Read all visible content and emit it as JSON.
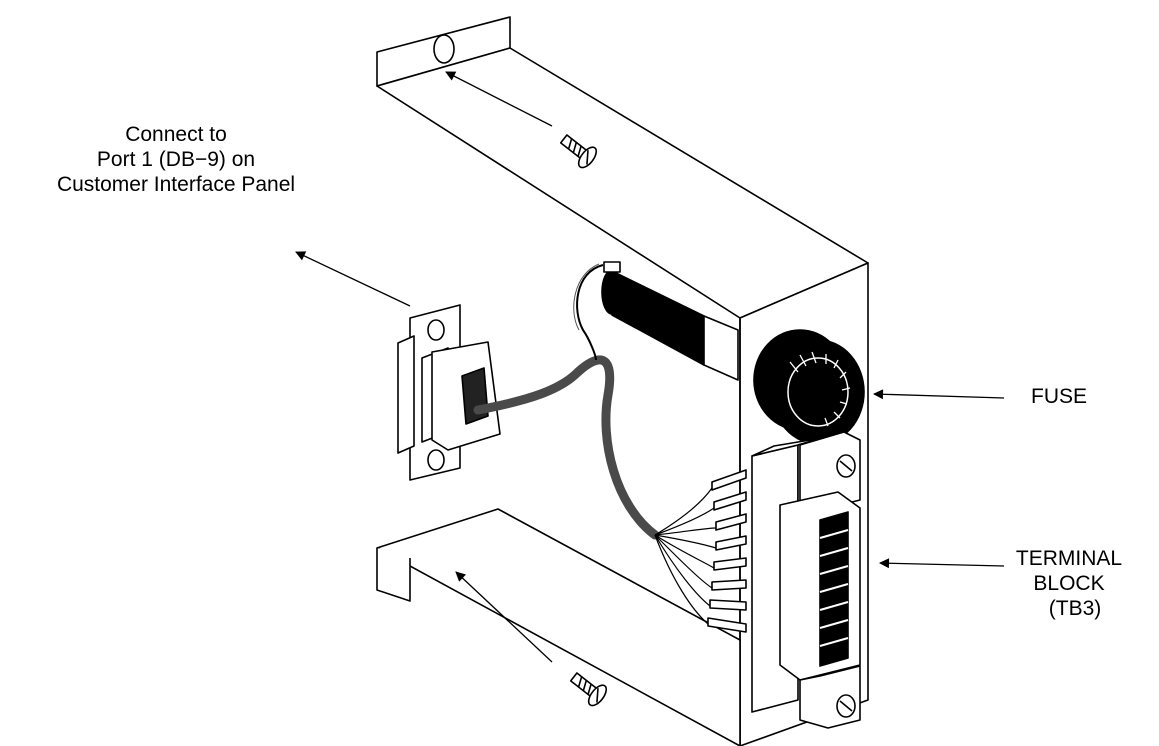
{
  "labels": {
    "connect": {
      "line1": "Connect to",
      "line2": "Port 1 (DB−9) on",
      "line3": "Customer Interface Panel"
    },
    "fuse": "FUSE",
    "terminal_block": {
      "line1": "TERMINAL",
      "line2": "BLOCK",
      "line3": "(TB3)"
    }
  },
  "colors": {
    "ink": "#000000",
    "background": "#ffffff",
    "cable": "#4a4a4a"
  }
}
